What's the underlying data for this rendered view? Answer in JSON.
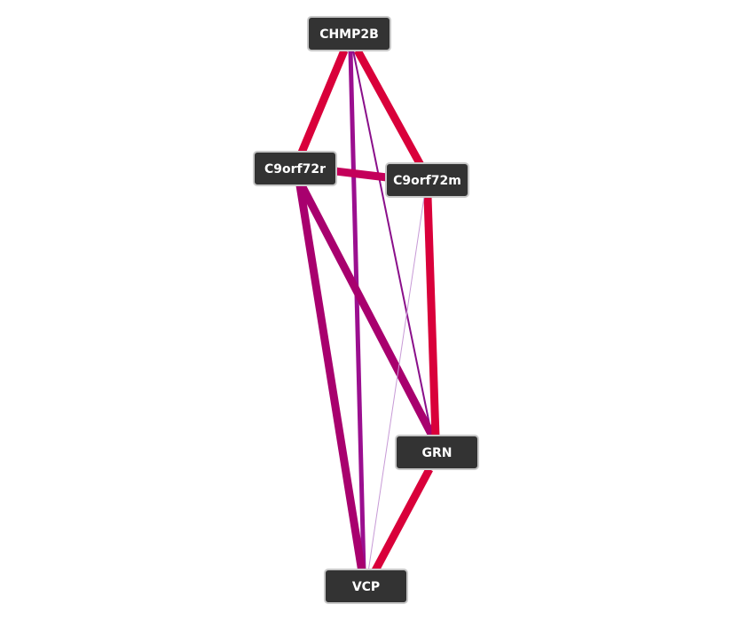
{
  "graph": {
    "nodes": [
      {
        "id": "CHMP2B",
        "label": "CHMP2B"
      },
      {
        "id": "C9orf72r",
        "label": "C9orf72r"
      },
      {
        "id": "C9orf72m",
        "label": "C9orf72m"
      },
      {
        "id": "GRN",
        "label": "GRN"
      },
      {
        "id": "VCP",
        "label": "VCP"
      }
    ],
    "edges": [
      {
        "source": "CHMP2B",
        "target": "C9orf72r",
        "color": "#d9003a",
        "weight": "thick"
      },
      {
        "source": "CHMP2B",
        "target": "C9orf72m",
        "color": "#d9003a",
        "weight": "thick"
      },
      {
        "source": "CHMP2B",
        "target": "VCP",
        "color": "#9b0f8f",
        "weight": "medium"
      },
      {
        "source": "CHMP2B",
        "target": "GRN",
        "color": "#8a0f8a",
        "weight": "thin"
      },
      {
        "source": "C9orf72r",
        "target": "C9orf72m",
        "color": "#c4005a",
        "weight": "thick"
      },
      {
        "source": "C9orf72r",
        "target": "GRN",
        "color": "#a8006e",
        "weight": "thick"
      },
      {
        "source": "C9orf72r",
        "target": "VCP",
        "color": "#a8006e",
        "weight": "thick"
      },
      {
        "source": "C9orf72m",
        "target": "GRN",
        "color": "#d9003a",
        "weight": "thick"
      },
      {
        "source": "C9orf72m",
        "target": "VCP",
        "color": "#c79ad6",
        "weight": "hairline"
      },
      {
        "source": "GRN",
        "target": "VCP",
        "color": "#d9003a",
        "weight": "thick"
      }
    ]
  }
}
